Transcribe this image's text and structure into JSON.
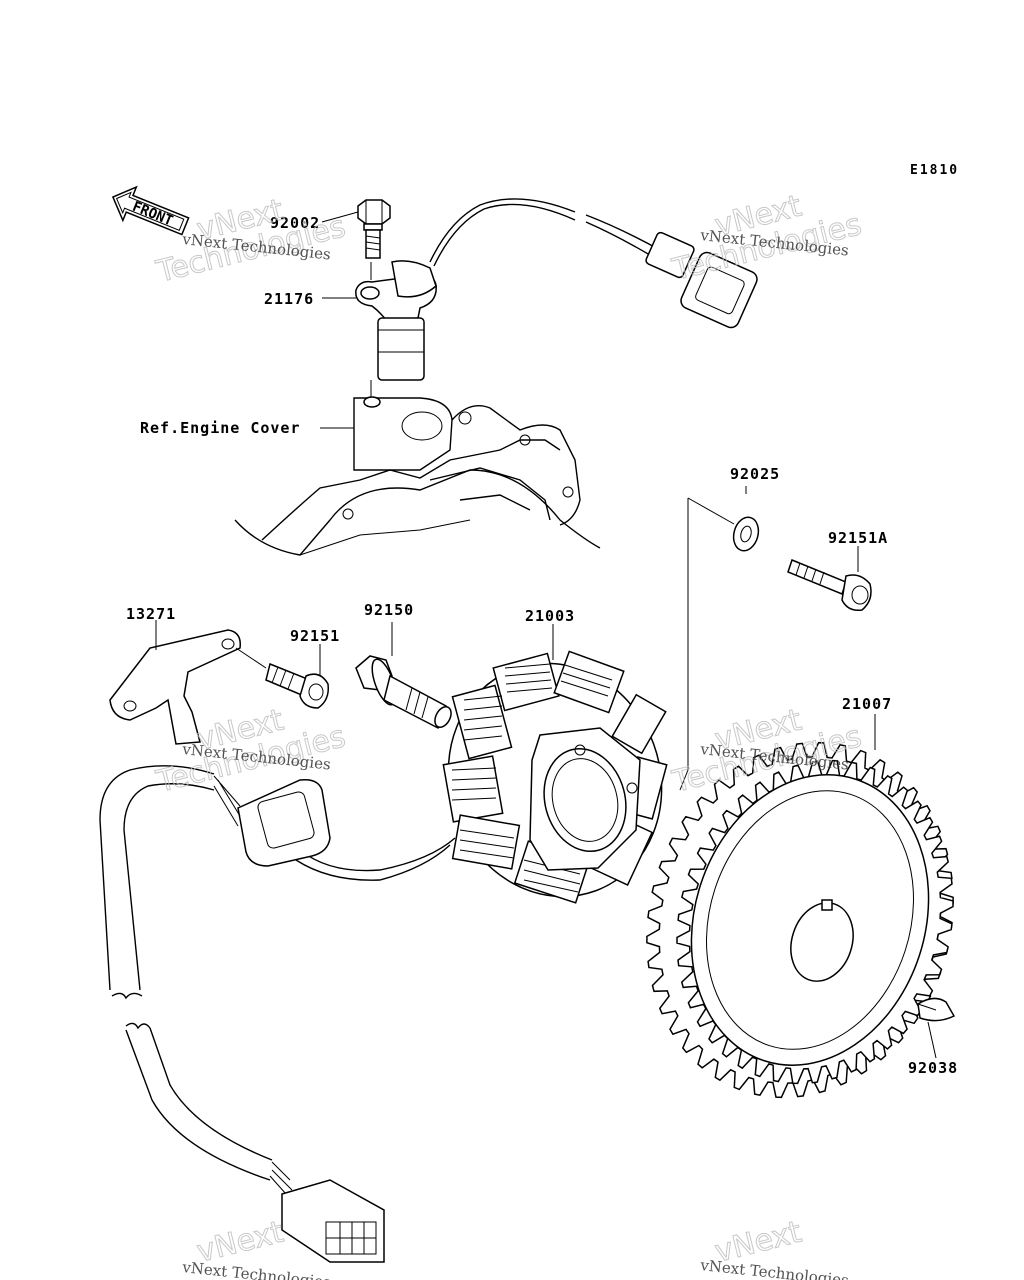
{
  "diagram_code": "E1810",
  "front_label": "FRONT",
  "reference_label": "Ref.Engine Cover",
  "watermark": {
    "line": "vNext Technologies",
    "big_top": "vNext",
    "big_bottom": "Technologies"
  },
  "parts": [
    {
      "number": "92002"
    },
    {
      "number": "21176"
    },
    {
      "number": "92025"
    },
    {
      "number": "92151A"
    },
    {
      "number": "13271"
    },
    {
      "number": "92151"
    },
    {
      "number": "92150"
    },
    {
      "number": "21003"
    },
    {
      "number": "21007"
    },
    {
      "number": "92038"
    }
  ]
}
